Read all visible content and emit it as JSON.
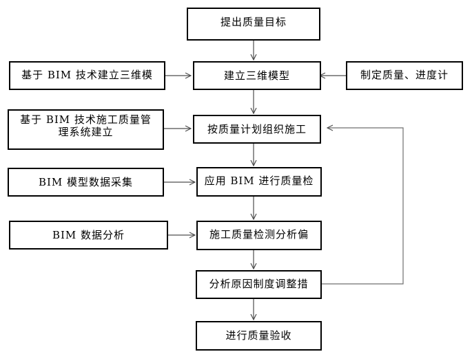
{
  "nodes": {
    "goal": "提出质量目标",
    "model3d": "建立三维模型",
    "organize": "按质量计划组织施工",
    "inspect": "应用 BIM 进行质量检",
    "deviation": "施工质量检测分析偏",
    "adjust": "分析原因制度调整措",
    "accept": "进行质量验收",
    "left_model": "基于 BIM 技术建立三维模",
    "left_system_line1": "基于 BIM 技术施工质量管",
    "left_system_line2": "理系统建立",
    "left_collect": "BIM 模型数据采集",
    "left_analysis": "BIM 数据分析",
    "right_plan": "制定质量、进度计"
  },
  "colors": {
    "line": "#000000",
    "arrow": "#4d4d4d",
    "loop": "#6e6e6e"
  }
}
